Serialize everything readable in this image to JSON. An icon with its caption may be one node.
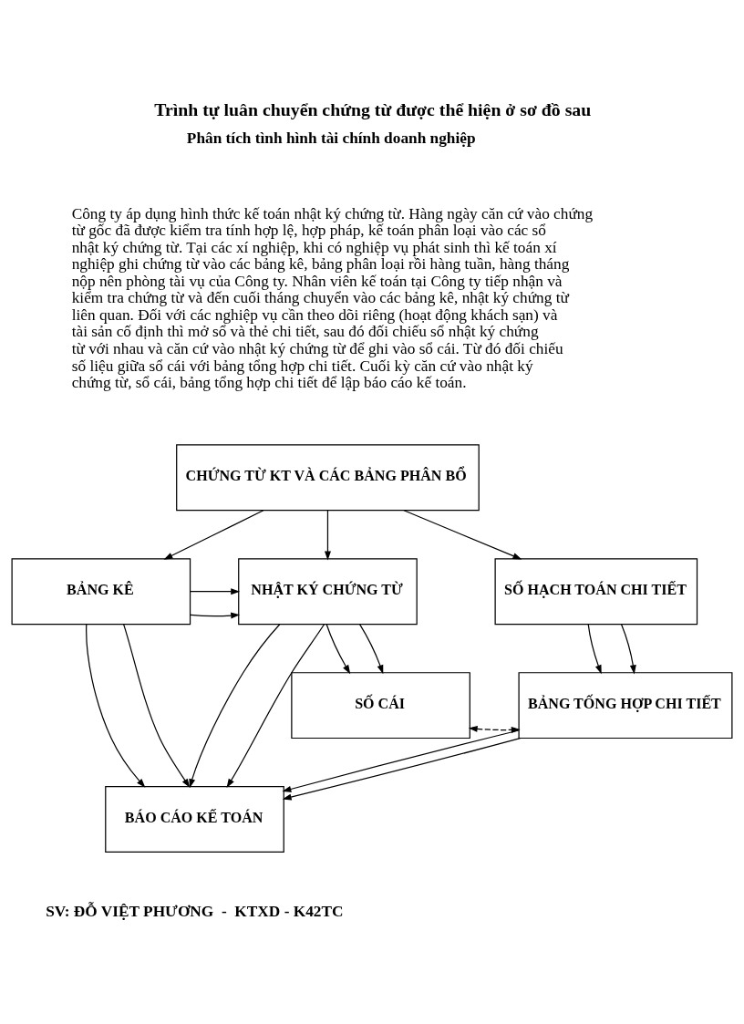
{
  "diagram": {
    "title": "Trình tự luân chuyển chứng từ được thể hiện ở sơ đồ sau",
    "nodes": [
      {
        "text": [
          "CHỨNG TỪ KT VÀ CÁC BẢNG PHÂN BỔ"
        ]
      },
      {
        "text": [
          "BẢNG KÊ"
        ]
      },
      {
        "text": [
          "NHẬT KÝ CHỨNG TỪ"
        ]
      },
      {
        "text": [
          "SỐ HẠCH TOÁN CHI TIẾT"
        ]
      },
      {
        "text": [
          "SỐ CÁI"
        ]
      },
      {
        "text": [
          "BẢNG TỐNG HỢP CHI TIẾT"
        ]
      },
      {
        "text": [
          "BÁO CÁO KẾ TOÁN"
        ]
      }
    ],
    "edges": [
      {
        "from": 0,
        "to": 1,
        "arrow": "to"
      },
      {
        "from": 0,
        "to": 2,
        "arrow": "to"
      },
      {
        "from": 0,
        "to": 3,
        "arrow": "to"
      },
      {
        "from": 1,
        "to": 2,
        "arrow": "to"
      },
      {
        "from": 1,
        "to": 2,
        "arrow": "to"
      },
      {
        "from": 2,
        "to": 4,
        "arrow": "to"
      },
      {
        "from": 2,
        "to": 4,
        "arrow": "to"
      },
      {
        "from": 3,
        "to": 5,
        "arrow": "to"
      },
      {
        "from": 3,
        "to": 5,
        "arrow": "to"
      },
      {
        "from": 4,
        "to": 5,
        "arrow": "both",
        "style": "dashed"
      },
      {
        "from": 2,
        "to": 6,
        "arrow": "to"
      },
      {
        "from": 2,
        "to": 6,
        "arrow": "to"
      },
      {
        "from": 1,
        "to": 6,
        "arrow": "to"
      },
      {
        "from": 1,
        "to": 6,
        "arrow": "to"
      },
      {
        "from": 5,
        "to": 6,
        "arrow": "to"
      },
      {
        "from": 5,
        "to": 6,
        "arrow": "to"
      }
    ],
    "labels": [
      "Phân tích tình hình tài chính doanh nghiệp",
      "Công ty áp dụng hình thức kế toán nhật ký chứng từ. Hàng ngày căn cứ vào chứng từ gốc đã được kiểm tra tính hợp lệ, hợp pháp, kế toán phân loại vào các sổ nhật ký chứng từ. Tại các xí nghiệp, khi có nghiệp vụ phát sinh thì kế toán xí nghiệp ghi chứng từ vào các bảng kê, bảng phân loại rồi hàng tuần, hàng tháng nộp nên phòng tài vụ của Công ty. Nhân viên kế toán tại Công ty tiếp nhận và kiểm tra chứng từ và đến cuối tháng chuyển vào các bảng kê, nhật ký chứng từ liên quan. Đối với các nghiệp vụ cần theo dõi riêng (hoạt động khách sạn) và tài sản cố định thì mở sổ và thẻ chi tiết, sau đó đối chiếu sổ nhật ký chứng từ với nhau và căn cứ vào nhật ký chứng từ để ghi vào sổ cái. Từ đó đối chiếu số liệu giữa sổ cái với bảng tổng hợp chi tiết. Cuối kỳ căn cứ vào nhật ký chứng từ, sổ cái, bảng tổng hợp chi tiết để lập báo cáo kế toán.",
      "SV: ĐỖ VIỆT PHƯƠNG  -  KTXD - K42TC"
    ]
  }
}
